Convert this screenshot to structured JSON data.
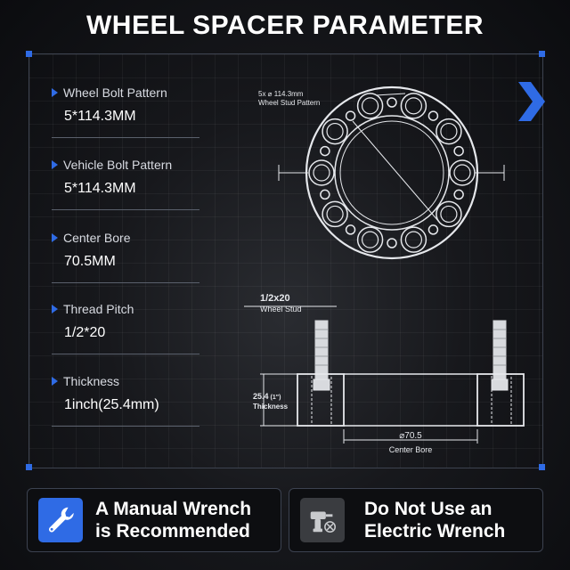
{
  "title": "WHEEL SPACER PARAMETER",
  "specs": [
    {
      "label": "Wheel Bolt Pattern",
      "value": "5*114.3MM"
    },
    {
      "label": "Vehicle Bolt Pattern",
      "value": "5*114.3MM"
    },
    {
      "label": "Center Bore",
      "value": "70.5MM"
    },
    {
      "label": "Thread Pitch",
      "value": "1/2*20"
    },
    {
      "label": "Thickness",
      "value": "1inch(25.4mm)"
    }
  ],
  "diagram": {
    "pattern_line1": "5x ⌀ 114.3mm",
    "pattern_line2": "Wheel Stud  Pattern",
    "stud_size": "1/2x20",
    "stud_label": "Wheel Stud",
    "thickness_value": "25.4",
    "thickness_unit": "(1\")",
    "thickness_label": "Thickness",
    "bore_value": "⌀70.5",
    "bore_label": "Center Bore"
  },
  "buttons": {
    "manual_line1": "A Manual Wrench",
    "manual_line2": "is Recommended",
    "electric_line1": "Do Not Use an",
    "electric_line2": "Electric Wrench"
  },
  "icons": {
    "manual": "wrench-icon",
    "electric": "electric-drill-prohibited-icon"
  },
  "colors": {
    "accent": "#2f6be5",
    "background": "#0c0d10"
  }
}
